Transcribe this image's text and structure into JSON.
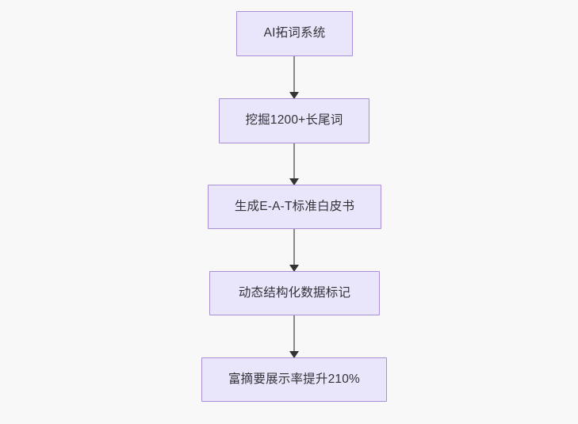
{
  "diagram": {
    "type": "flowchart",
    "orientation": "top-to-bottom",
    "background_color": "#f8f8f9",
    "node_fill_color": "#e9e6fb",
    "node_border_color": "#a98fd8",
    "node_text_color": "#333338",
    "connector_line_color": "#8a8a8a",
    "connector_arrow_color": "#333333",
    "nodes": [
      {
        "id": "n1",
        "label": "AI拓词系统"
      },
      {
        "id": "n2",
        "label": "挖掘1200+长尾词"
      },
      {
        "id": "n3",
        "label": "生成E-A-T标准白皮书"
      },
      {
        "id": "n4",
        "label": "动态结构化数据标记"
      },
      {
        "id": "n5",
        "label": "富摘要展示率提升210%"
      }
    ],
    "edges": [
      {
        "from": "n1",
        "to": "n2",
        "arrow": "down-arrowhead"
      },
      {
        "from": "n2",
        "to": "n3",
        "arrow": "down-arrowhead"
      },
      {
        "from": "n3",
        "to": "n4",
        "arrow": "down-arrowhead"
      },
      {
        "from": "n4",
        "to": "n5",
        "arrow": "down-arrowhead"
      }
    ]
  }
}
